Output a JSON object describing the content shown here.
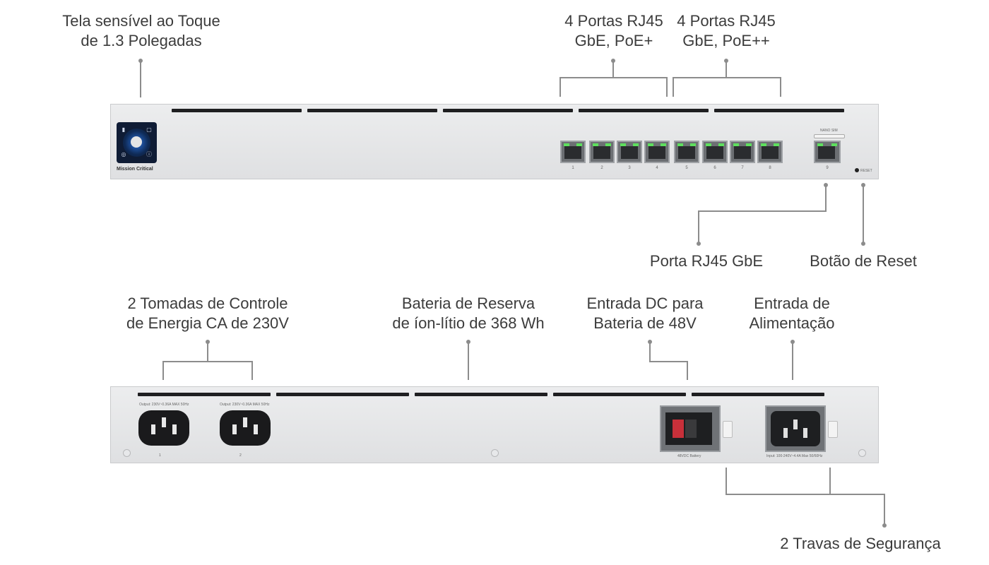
{
  "front_labels": {
    "touch_screen": "Tela sensível ao Toque\nde 1.3 Polegadas",
    "ports_poe_plus": "4 Portas RJ45\nGbE, PoE+",
    "ports_poe_plusplus": "4 Portas RJ45\nGbE, PoE++",
    "rj45_port": "Porta RJ45 GbE",
    "reset_button": "Botão de Reset"
  },
  "rear_labels": {
    "ac_outlets": "2 Tomadas de Controle\nde Energia CA de 230V",
    "battery": "Bateria de Reserva\nde íon-lítio de 368 Wh",
    "dc_input": "Entrada DC para\nBateria de 48V",
    "power_input": "Entrada de\nAlimentação",
    "security_latches": "2 Travas de Segurança"
  },
  "device_print": {
    "brand": "Mission Critical",
    "nano_sim": "NANO SIM",
    "reset": "RESET",
    "wan_port": "9",
    "port_numbers": [
      "1",
      "2",
      "3",
      "4",
      "5",
      "6",
      "7",
      "8"
    ],
    "outlet_1_spec": "Output: 230V~0.36A MAX 50Hz",
    "outlet_2_spec": "Output: 230V~0.36A MAX 50Hz",
    "outlet_1_num": "1",
    "outlet_2_num": "2",
    "battery_port": "48VDC Battery",
    "input_spec": "Input: 100-240V~4.4A Max 50/60Hz"
  },
  "colors": {
    "led": "#5ee05e",
    "chassis": "#e4e5e7",
    "vent": "#1f1f21",
    "callout_line": "#8a8a8a"
  }
}
